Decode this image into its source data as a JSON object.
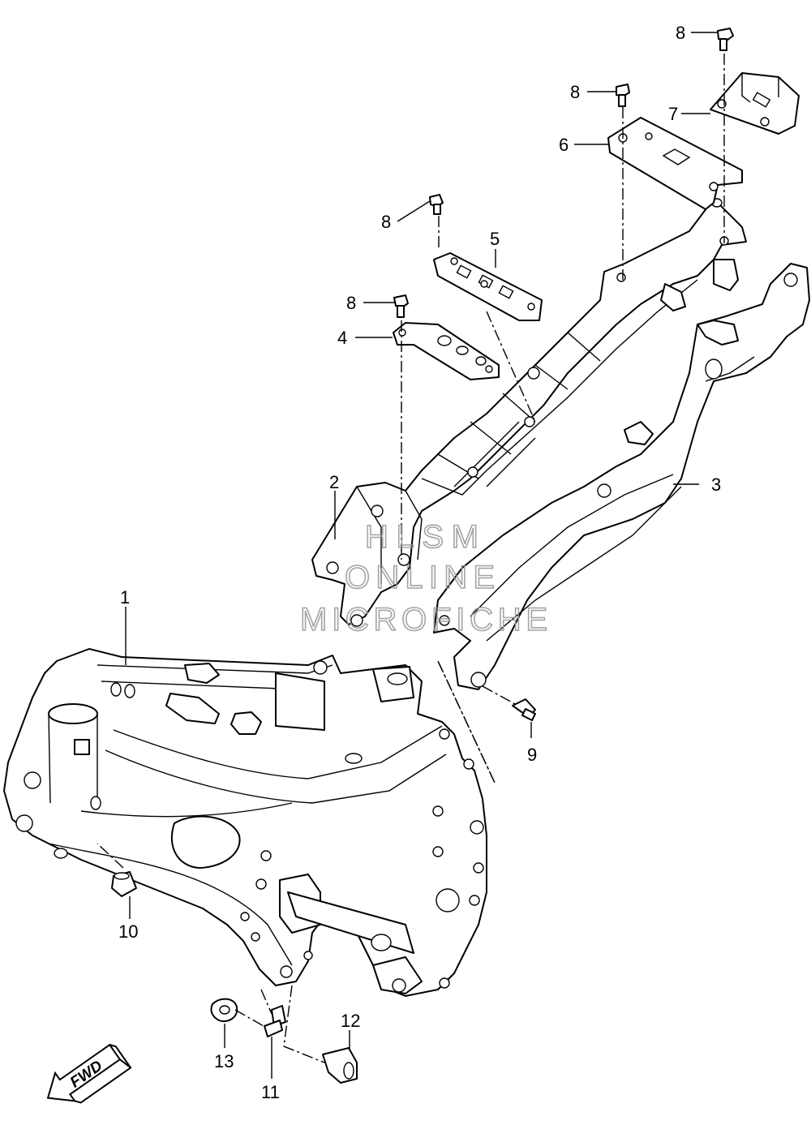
{
  "callouts": {
    "c1": "1",
    "c2": "2",
    "c3": "3",
    "c4": "4",
    "c5": "5",
    "c6": "6",
    "c7": "7",
    "c8a": "8",
    "c8b": "8",
    "c8c": "8",
    "c8d": "8",
    "c9": "9",
    "c10": "10",
    "c11": "11",
    "c12": "12",
    "c13": "13"
  },
  "watermark": {
    "line1": "HLSM",
    "line2": "ONLINE",
    "line3": "MICROFICHE"
  },
  "fwd_label": "FWD"
}
